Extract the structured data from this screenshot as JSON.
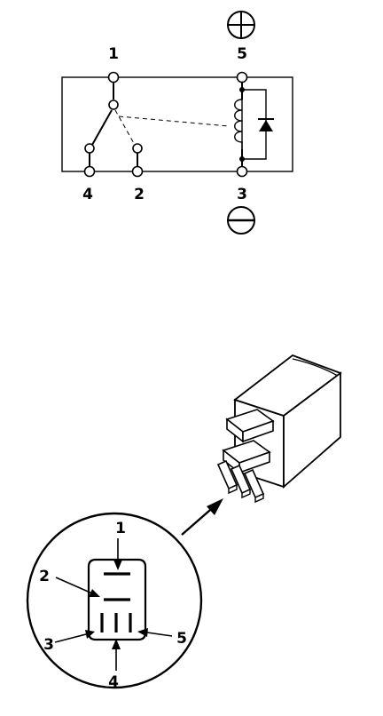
{
  "schematic": {
    "terminals": {
      "t1": "1",
      "t2": "2",
      "t3": "3",
      "t4": "4",
      "t5": "5"
    },
    "polarity": {
      "positive_terminal": "5",
      "negative_terminal": "3"
    }
  },
  "connector_callout": {
    "pins": {
      "p1": "1",
      "p2": "2",
      "p3": "3",
      "p4": "4",
      "p5": "5"
    }
  },
  "icons": {
    "positive": "plus-circle-icon",
    "negative": "minus-circle-icon",
    "diode": "diode-icon",
    "coil": "coil-icon",
    "arrow": "arrow-icon"
  },
  "colors": {
    "line": "#000000",
    "background": "#ffffff"
  }
}
